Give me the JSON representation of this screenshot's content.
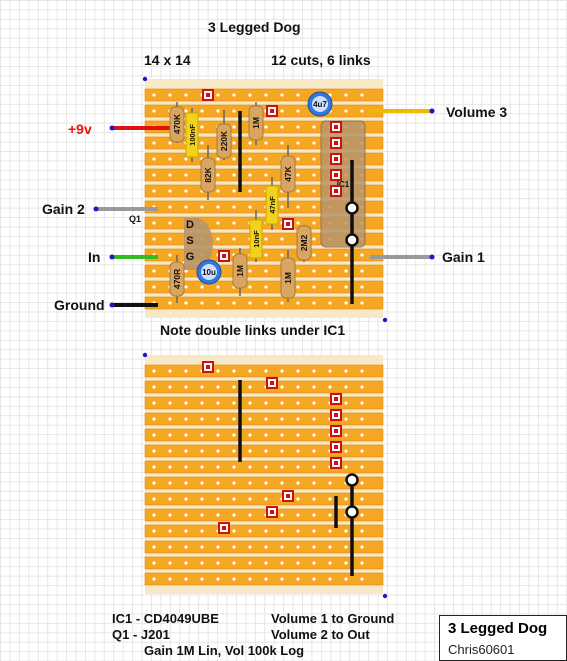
{
  "title": "3 Legged Dog",
  "board_size": "14 x 14",
  "cuts_links": "12 cuts, 6 links",
  "note": "Note double links under IC1",
  "connections": {
    "plus9v": "+9v",
    "gain2": "Gain 2",
    "in": "In",
    "ground": "Ground",
    "volume3": "Volume 3",
    "gain1": "Gain 1",
    "q1": "Q1"
  },
  "components": {
    "r470k": "470K",
    "c100n_a": "100nF",
    "r220k": "220K",
    "r1m_a": "1M",
    "r82k": "82K",
    "c4u7": "4u7",
    "r47k": "47K",
    "c47n": "47nF",
    "c10n": "10nF",
    "r2m2": "2M2",
    "ic1": "IC1",
    "c10u": "10u",
    "r470r": "470R",
    "r1m_b": "1M",
    "r1m_c": "1M",
    "dsg": [
      "D",
      "S",
      "G"
    ]
  },
  "parts_list": {
    "ic1": "IC1  - CD4049UBE",
    "q1": "Q1 - J201",
    "pots": "Gain 1M Lin, Vol 100k Log",
    "vol1": "Volume 1 to Ground",
    "vol2": "Volume 2 to Out"
  },
  "title_box": {
    "title": "3 Legged Dog",
    "author": "Chris60601"
  },
  "colors": {
    "strip": "#f5a623",
    "strip_edge": "#e08a10",
    "board_bg": "#f7e9c8",
    "link": "#111111",
    "cut": "#cc1111",
    "power": "#dd1111",
    "input": "#33bb22",
    "ground_wire": "#111111",
    "pot_wire": "#999999",
    "volume_wire": "#f0b800",
    "resistor": "#d9a55f",
    "film_cap": "#f2d21a",
    "electrolytic": "#3377dd"
  }
}
